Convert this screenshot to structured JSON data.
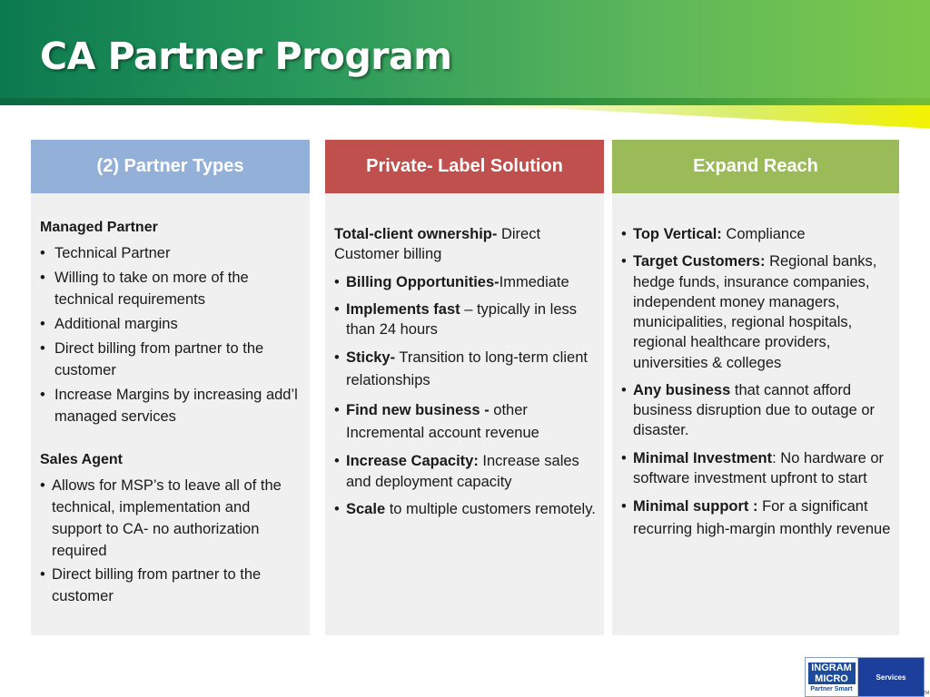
{
  "header": {
    "title": "CA Partner Program"
  },
  "colors": {
    "col1_head": "#93b1d8",
    "col2_head": "#c0504d",
    "col3_head": "#9bbb59",
    "panel_bg": "#f0f0f0"
  },
  "col1": {
    "heading": "(2) Partner Types",
    "managed_label": "Managed Partner",
    "managed_items": [
      "Technical Partner",
      " Willing to take on more of the technical requirements",
      "Additional margins",
      "Direct billing from partner  to the customer",
      "Increase Margins by increasing add’l managed services"
    ],
    "sales_label": "Sales Agent",
    "sales_items": [
      "Allows for MSP’s to leave all of the technical, implementation and support to CA- no authorization required",
      "Direct billing from partner to the customer"
    ]
  },
  "col2": {
    "heading": "Private- Label Solution",
    "items": [
      {
        "bold": "Total-client ownership-",
        "text": " Direct Customer billing"
      },
      {
        "bold": "Billing Opportunities-",
        "text": "Immediate"
      },
      {
        "bold": "Implements fast",
        "text": " – typically in less than 24 hours"
      },
      {
        "bold": "Sticky-",
        "text": " Transition to long-term client relationships"
      },
      {
        "bold": "Find new business -",
        "text": " other Incremental account revenue"
      },
      {
        "bold": "Increase Capacity:",
        "text": " Increase sales and deployment capacity"
      },
      {
        "bold": "Scale",
        "text": " to multiple customers remotely."
      }
    ]
  },
  "col3": {
    "heading": "Expand Reach",
    "items": [
      {
        "bold": "Top Vertical:",
        "text": " Compliance"
      },
      {
        "bold": "Target Customers:",
        "text": " Regional banks, hedge funds, insurance companies, independent money managers, municipalities, regional hospitals, regional healthcare providers, universities & colleges"
      },
      {
        "bold": "Any business",
        "text": " that cannot afford business disruption due to outage or disaster."
      },
      {
        "bold": "Minimal Investment",
        "text": ": No hardware or software investment  upfront to start"
      },
      {
        "bold": "Minimal support :",
        "text": " For a significant recurring high-margin monthly revenue"
      }
    ]
  },
  "logo": {
    "line1": "INGRAM",
    "line2": "MICRO",
    "line3": "Partner Smart",
    "right": "Services",
    "tm": "TM"
  }
}
